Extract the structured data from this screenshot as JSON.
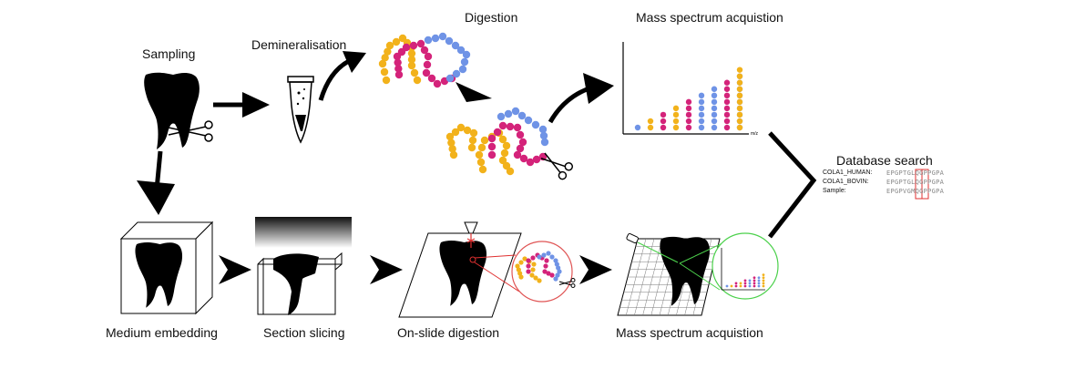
{
  "labels": {
    "sampling": "Sampling",
    "demineralisation": "Demineralisation",
    "digestion": "Digestion",
    "ms_top": "Mass spectrum acquistion",
    "medium_embedding": "Medium embedding",
    "section_slicing": "Section slicing",
    "onslide_digestion": "On-slide digestion",
    "ms_bottom": "Mass spectrum acquistion",
    "database_search": "Database search",
    "mz_axis": "m/z"
  },
  "database": {
    "rows": [
      {
        "name": "COLA1_HUMAN:",
        "seq": "EPGPTGLQGPPGPA"
      },
      {
        "name": "COLA1_BOVIN:",
        "seq": "EPGPTGLQGPPGPA"
      },
      {
        "name": "Sample:",
        "seq": "EPGPVGMQGPPGPA"
      }
    ]
  },
  "colors": {
    "yellow": "#f2b21b",
    "magenta": "#d4237a",
    "blue": "#6f93e6",
    "red": "#e03030",
    "green": "#4cd14c"
  }
}
